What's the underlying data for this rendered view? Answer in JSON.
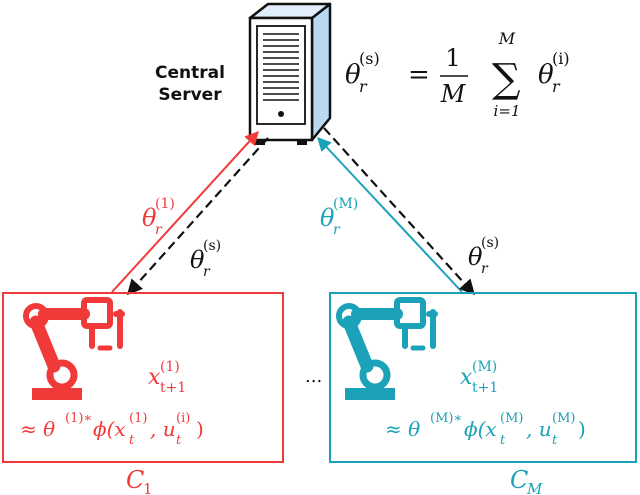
{
  "server": {
    "label_line1": "Central",
    "label_line2": "Server"
  },
  "aggregation": {
    "lhs_base": "θ",
    "lhs_sub": "r",
    "lhs_sup": "(s)",
    "equals": "=",
    "frac_num": "1",
    "frac_den": "M",
    "sum": "∑",
    "sum_top": "M",
    "sum_bottom": "i=1",
    "term_base": "θ",
    "term_sub": "r",
    "term_sup": "(i)"
  },
  "links": {
    "up_client1": {
      "base": "θ",
      "sub": "r",
      "sup": "(1)"
    },
    "down_client1": {
      "base": "θ",
      "sub": "r",
      "sup": "(s)"
    },
    "up_clientM": {
      "base": "θ",
      "sub": "r",
      "sup": "(M)"
    },
    "down_clientM": {
      "base": "θ",
      "sub": "r",
      "sup": "(s)"
    }
  },
  "clients": [
    {
      "name_base": "C",
      "name_sub": "1",
      "state_base": "x",
      "state_sub": "t+1",
      "state_sup": "(1)",
      "approx_prefix": "≈ θ",
      "approx_sup": "(1)∗",
      "approx_phi": "ϕ(x",
      "approx_x_sub": "t",
      "approx_x_sup": "(1)",
      "approx_mid": ", u",
      "approx_u_sub": "t",
      "approx_u_sup": "(i)",
      "approx_close": ")"
    },
    {
      "name_base": "C",
      "name_sub": "M",
      "state_base": "x",
      "state_sub": "t+1",
      "state_sup": "(M)",
      "approx_prefix": "≈ θ",
      "approx_sup": "(M)∗",
      "approx_phi": "ϕ(x",
      "approx_x_sub": "t",
      "approx_x_sup": "(M)",
      "approx_mid": ", u",
      "approx_u_sub": "t",
      "approx_u_sup": "(M)",
      "approx_close": ")"
    }
  ],
  "ellipsis": "...",
  "colors": {
    "client1": "#f03a3a",
    "clientM": "#1ba1b8",
    "down": "#111111",
    "server_body": "#ffffff",
    "server_line": "#111111",
    "server_side": "#b9d9f0"
  }
}
